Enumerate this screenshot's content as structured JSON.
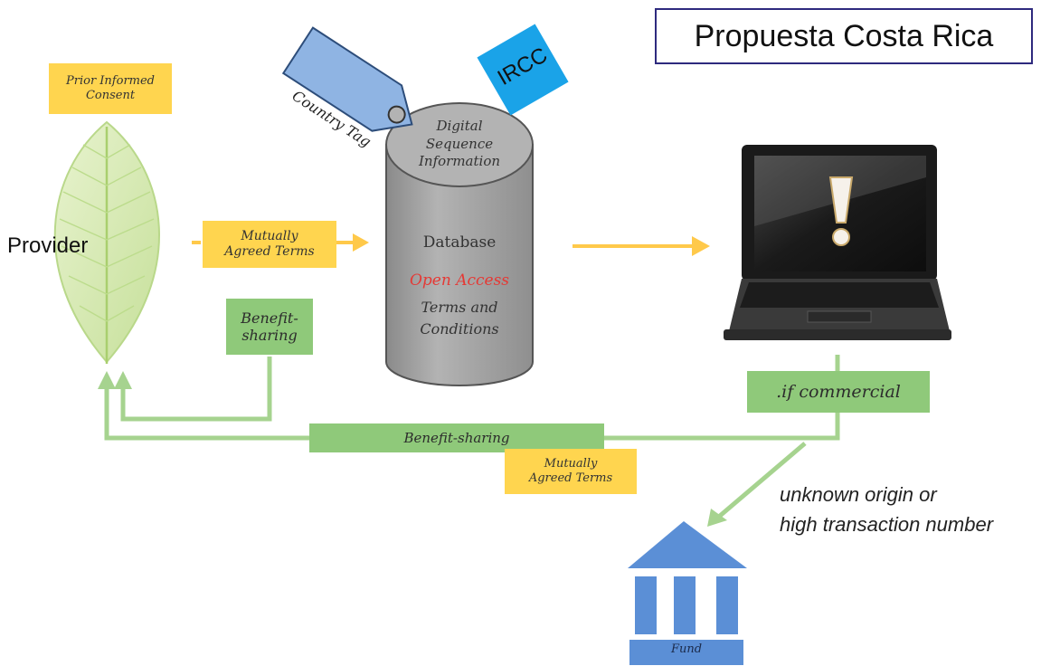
{
  "title": "Propuesta Costa Rica",
  "provider_label": "Provider",
  "prior_consent": [
    "Prior Informed",
    "Consent"
  ],
  "mutually_agreed_top": [
    "Mutually",
    "Agreed Terms"
  ],
  "benefit_sharing_vertical": [
    "Benefit-",
    "sharing"
  ],
  "country_tag": "Country Tag",
  "ircc": "IRCC",
  "cylinder_top": [
    "Digital",
    "Sequence",
    "Information"
  ],
  "database": "Database",
  "open_access": "Open Access",
  "terms": [
    "Terms and",
    "Conditions"
  ],
  "if_commercial": ".if commercial",
  "benefit_sharing_horizontal": "Benefit-sharing",
  "mutually_agreed_bottom": [
    "Mutually",
    "Agreed Terms"
  ],
  "unknown_origin": [
    "unknown origin or",
    "high transaction number"
  ],
  "fund": "Fund",
  "colors": {
    "arrow_yellow": "#ffc94a",
    "arrow_green": "#a6d38f",
    "box_yellow": "#ffd54f",
    "box_green": "#8fc97a",
    "tag_blue": "#8fb4e3",
    "ircc_blue": "#1aa3e8",
    "cylinder_gray": "#a3a3a3",
    "fund_blue": "#5b8fd6",
    "open_access_red": "#e53935"
  },
  "icons": [
    "leaf-icon",
    "laptop-icon",
    "warning-icon",
    "bank-icon"
  ]
}
